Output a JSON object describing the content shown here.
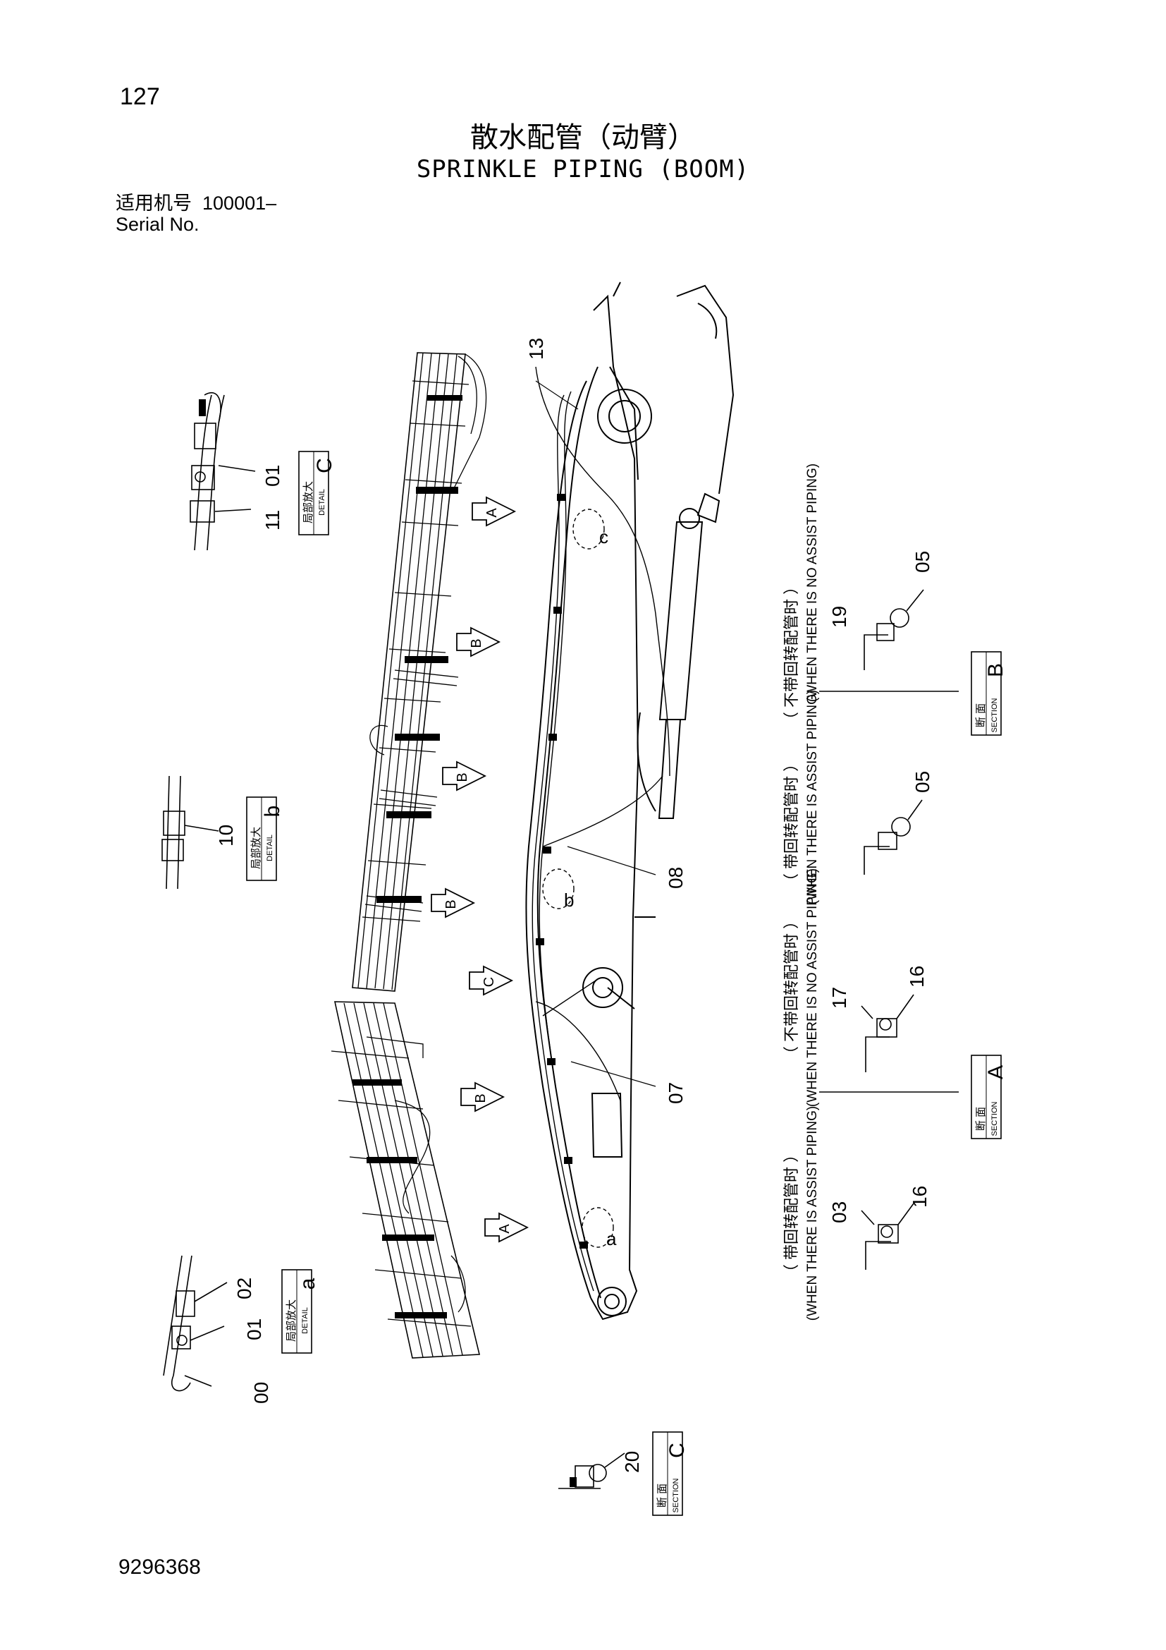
{
  "page_number": "127",
  "title_cn": "散水配管（动臂）",
  "title_en": "SPRINKLE PIPING (BOOM)",
  "serial": {
    "label_cn": "适用机号",
    "value": "100001–",
    "label_en": "Serial No."
  },
  "document_number": "9296368",
  "part_labels": [
    "13",
    "08",
    "07",
    "00",
    "01",
    "02",
    "10",
    "11",
    "01",
    "20",
    "05",
    "19",
    "05",
    "17",
    "16",
    "03",
    "16"
  ],
  "view_labels": {
    "a": "a",
    "b": "b",
    "c": "c"
  },
  "section_arrows": [
    "A",
    "B",
    "B",
    "B",
    "C",
    "B",
    "A"
  ],
  "detail_boxes": [
    {
      "letter": "C",
      "cn": "局部放大",
      "en": "DETAIL"
    },
    {
      "letter": "b",
      "cn": "局部放大",
      "en": "DETAIL"
    },
    {
      "letter": "a",
      "cn": "局部放大",
      "en": "DETAIL"
    }
  ],
  "section_boxes": [
    {
      "letter": "B",
      "cn": "断 面",
      "en": "SECTION"
    },
    {
      "letter": "A",
      "cn": "断 面",
      "en": "SECTION"
    },
    {
      "letter": "C",
      "cn": "断 面",
      "en": "SECTION"
    }
  ],
  "notes": {
    "no_assist_cn": "（ 不带回转配管时 ）",
    "no_assist_en": "(WHEN THERE IS NO ASSIST PIPING)",
    "assist_cn": "（ 带回转配管时 ）",
    "assist_en": "(WHEN THERE IS ASSIST PIPING)"
  }
}
